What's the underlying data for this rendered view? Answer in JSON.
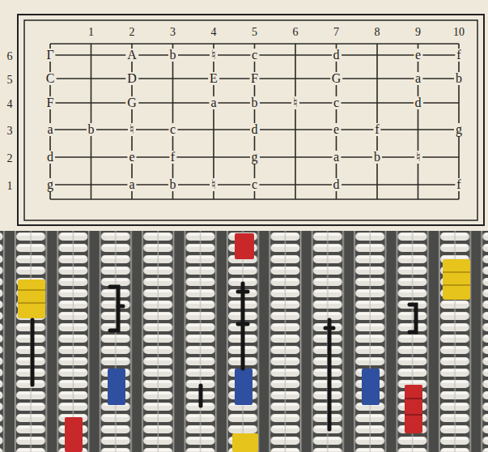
{
  "diagram": {
    "labels": [
      "1",
      "2",
      "3",
      "4",
      "5",
      "6",
      "7",
      "8",
      "9",
      "10",
      "6",
      "5",
      "4",
      "3",
      "2",
      "1",
      "Γ",
      "A",
      "b",
      "♮",
      "c",
      "d",
      "e",
      "f",
      "C",
      "D",
      "E",
      "F",
      "G",
      "a",
      "b",
      "F",
      "G",
      "a",
      "b",
      "♮",
      "c",
      "d",
      "a",
      "b",
      "♮",
      "c",
      "d",
      "e",
      "f",
      "g",
      "d",
      "e",
      "f",
      "g",
      "a",
      "b",
      "♮",
      "g",
      "a",
      "b",
      "♮",
      "c",
      "d",
      "f"
    ]
  }
}
